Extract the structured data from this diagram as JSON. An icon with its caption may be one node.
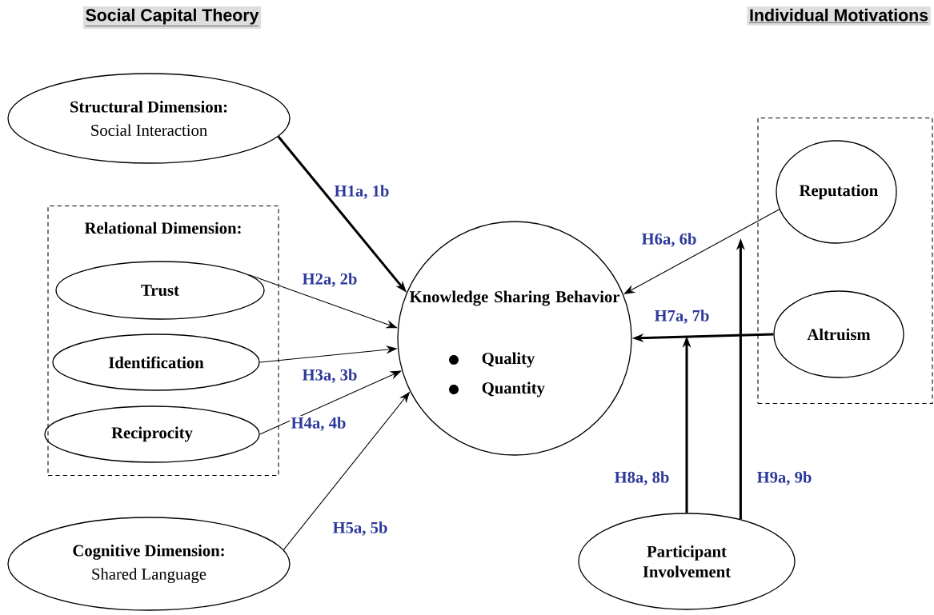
{
  "diagram": {
    "nodes": [
      {
        "text": [
          "Structural Dimension:",
          "Social Interaction"
        ]
      },
      {
        "text": [
          "Relational Dimension:"
        ]
      },
      {
        "text": [
          "Trust"
        ],
        "in": 1
      },
      {
        "text": [
          "Identification"
        ],
        "in": 1
      },
      {
        "text": [
          "Reciprocity"
        ],
        "in": 1
      },
      {
        "text": [
          "Cognitive Dimension:",
          "Shared Language"
        ]
      },
      {
        "text": [
          "Knowledge Sharing Behavior",
          "Quality",
          "Quantity"
        ]
      },
      {
        "text": [],
        "shape": "box"
      },
      {
        "text": [
          "Reputation"
        ],
        "in": 7
      },
      {
        "text": [
          "Altruism"
        ],
        "in": 7
      },
      {
        "text": [
          "Participant Involvement"
        ]
      }
    ],
    "edges": [
      {
        "from": 0,
        "to": 6,
        "arrow": "to",
        "label": "H1a, 1b",
        "style": "thick"
      },
      {
        "from": 2,
        "to": 6,
        "arrow": "to",
        "label": "H2a, 2b"
      },
      {
        "from": 3,
        "to": 6,
        "arrow": "to",
        "label": "H3a, 3b"
      },
      {
        "from": 4,
        "to": 6,
        "arrow": "to",
        "label": "H4a, 4b"
      },
      {
        "from": 5,
        "to": 6,
        "arrow": "to",
        "label": "H5a, 5b"
      },
      {
        "from": 8,
        "to": 6,
        "arrow": "to",
        "label": "H6a, 6b"
      },
      {
        "from": 9,
        "to": 6,
        "arrow": "to",
        "label": "H7a, 7b",
        "style": "thick"
      },
      {
        "from": 10,
        "to": null,
        "arrow": "to",
        "label": "H8a, 8b",
        "style": "thick"
      },
      {
        "from": 10,
        "to": null,
        "arrow": "to",
        "label": "H9a, 9b",
        "style": "thick"
      }
    ],
    "labels": [
      "Social Capital Theory",
      "Individual Motivations"
    ]
  }
}
